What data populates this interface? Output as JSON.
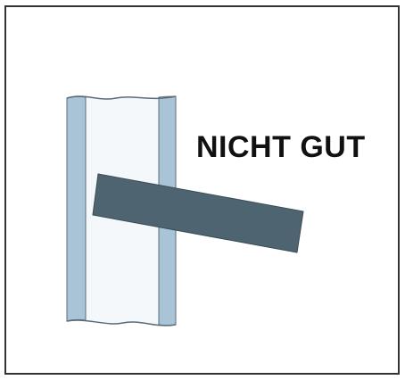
{
  "label": {
    "text": "NICHT GUT"
  },
  "colors": {
    "frame": "#333333",
    "tube_wall": "#a9c4d6",
    "tube_inner": "#f4f8fb",
    "tube_outline": "#5a6b78",
    "bar": "#4e6470",
    "text": "#111111"
  },
  "icons": {
    "tube": "vertical-hollow-tube",
    "bar": "crossing-bar"
  }
}
